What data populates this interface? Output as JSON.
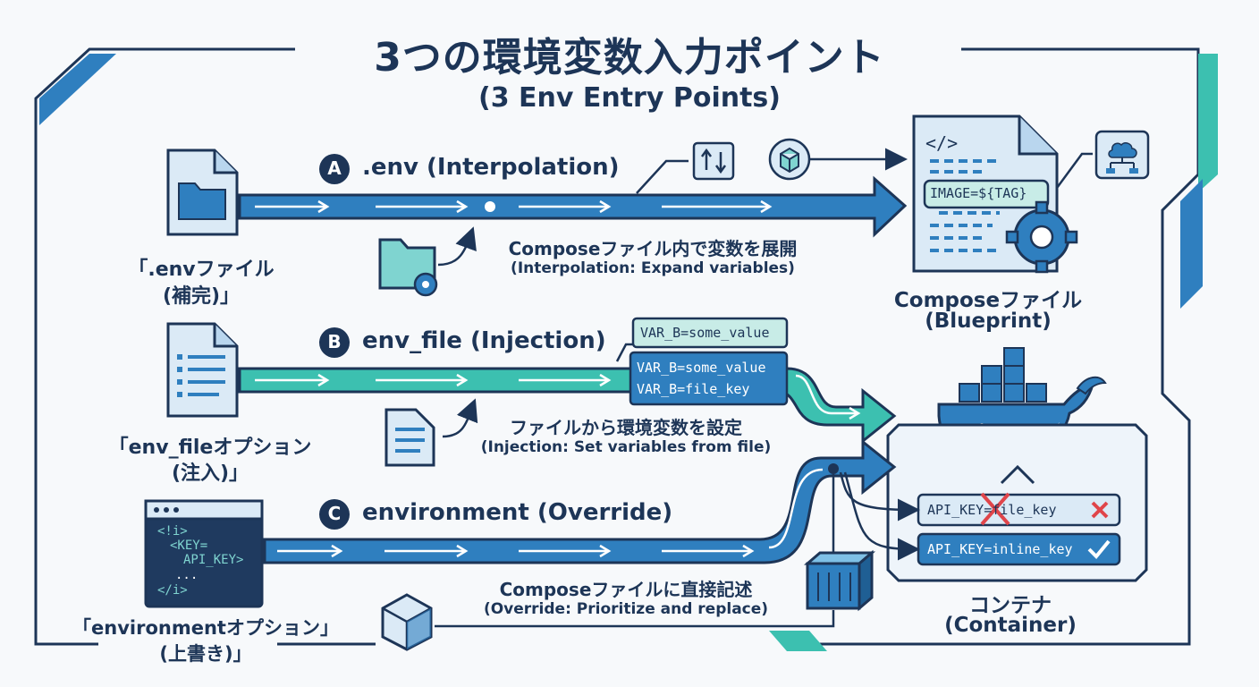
{
  "title": "3つの環境変数入力ポイント",
  "subtitle": "(3 Env Entry Points)",
  "colors": {
    "navy": "#1d3557",
    "blue": "#2f7fbf",
    "teal": "#3cc0b0",
    "light_blue": "#dbeaf6",
    "red": "#e0454a"
  },
  "routes": [
    {
      "badge": "A",
      "label": ".env (Interpolation)",
      "source_label": "「.envファイル",
      "source_sub": "(補完)」",
      "desc": "Composeファイル内で変数を展開",
      "desc_en": "(Interpolation: Expand variables)"
    },
    {
      "badge": "B",
      "label": "env_file (Injection)",
      "source_label": "「env_fileオプション",
      "source_sub": "(注入)」",
      "desc": "ファイルから環境変数を設定",
      "desc_en": "(Injection: Set variables from file)"
    },
    {
      "badge": "C",
      "label": "environment (Override)",
      "source_label": "「environmentオプション」",
      "source_sub": "(上書き)」",
      "desc": "Composeファイルに直接記述",
      "desc_en": "(Override: Prioritize and replace)"
    }
  ],
  "compose": {
    "label": "Composeファイル",
    "sub": "(Blueprint)",
    "code_tag": "</>",
    "highlight": "IMAGE=${TAG}"
  },
  "env_file_values": {
    "single": "VAR_B=some_value",
    "line1": "VAR_B=some_value",
    "line2": "VAR_B=file_key"
  },
  "terminal": {
    "line1": "<!i>",
    "line2": "<KEY=",
    "line3": "API_KEY>",
    "line4": "...",
    "line5": "</i>"
  },
  "container": {
    "label": "コンテナ",
    "sub": "(Container)",
    "rejected": "API_KEY=file_key",
    "accepted": "API_KEY=inline_key"
  }
}
